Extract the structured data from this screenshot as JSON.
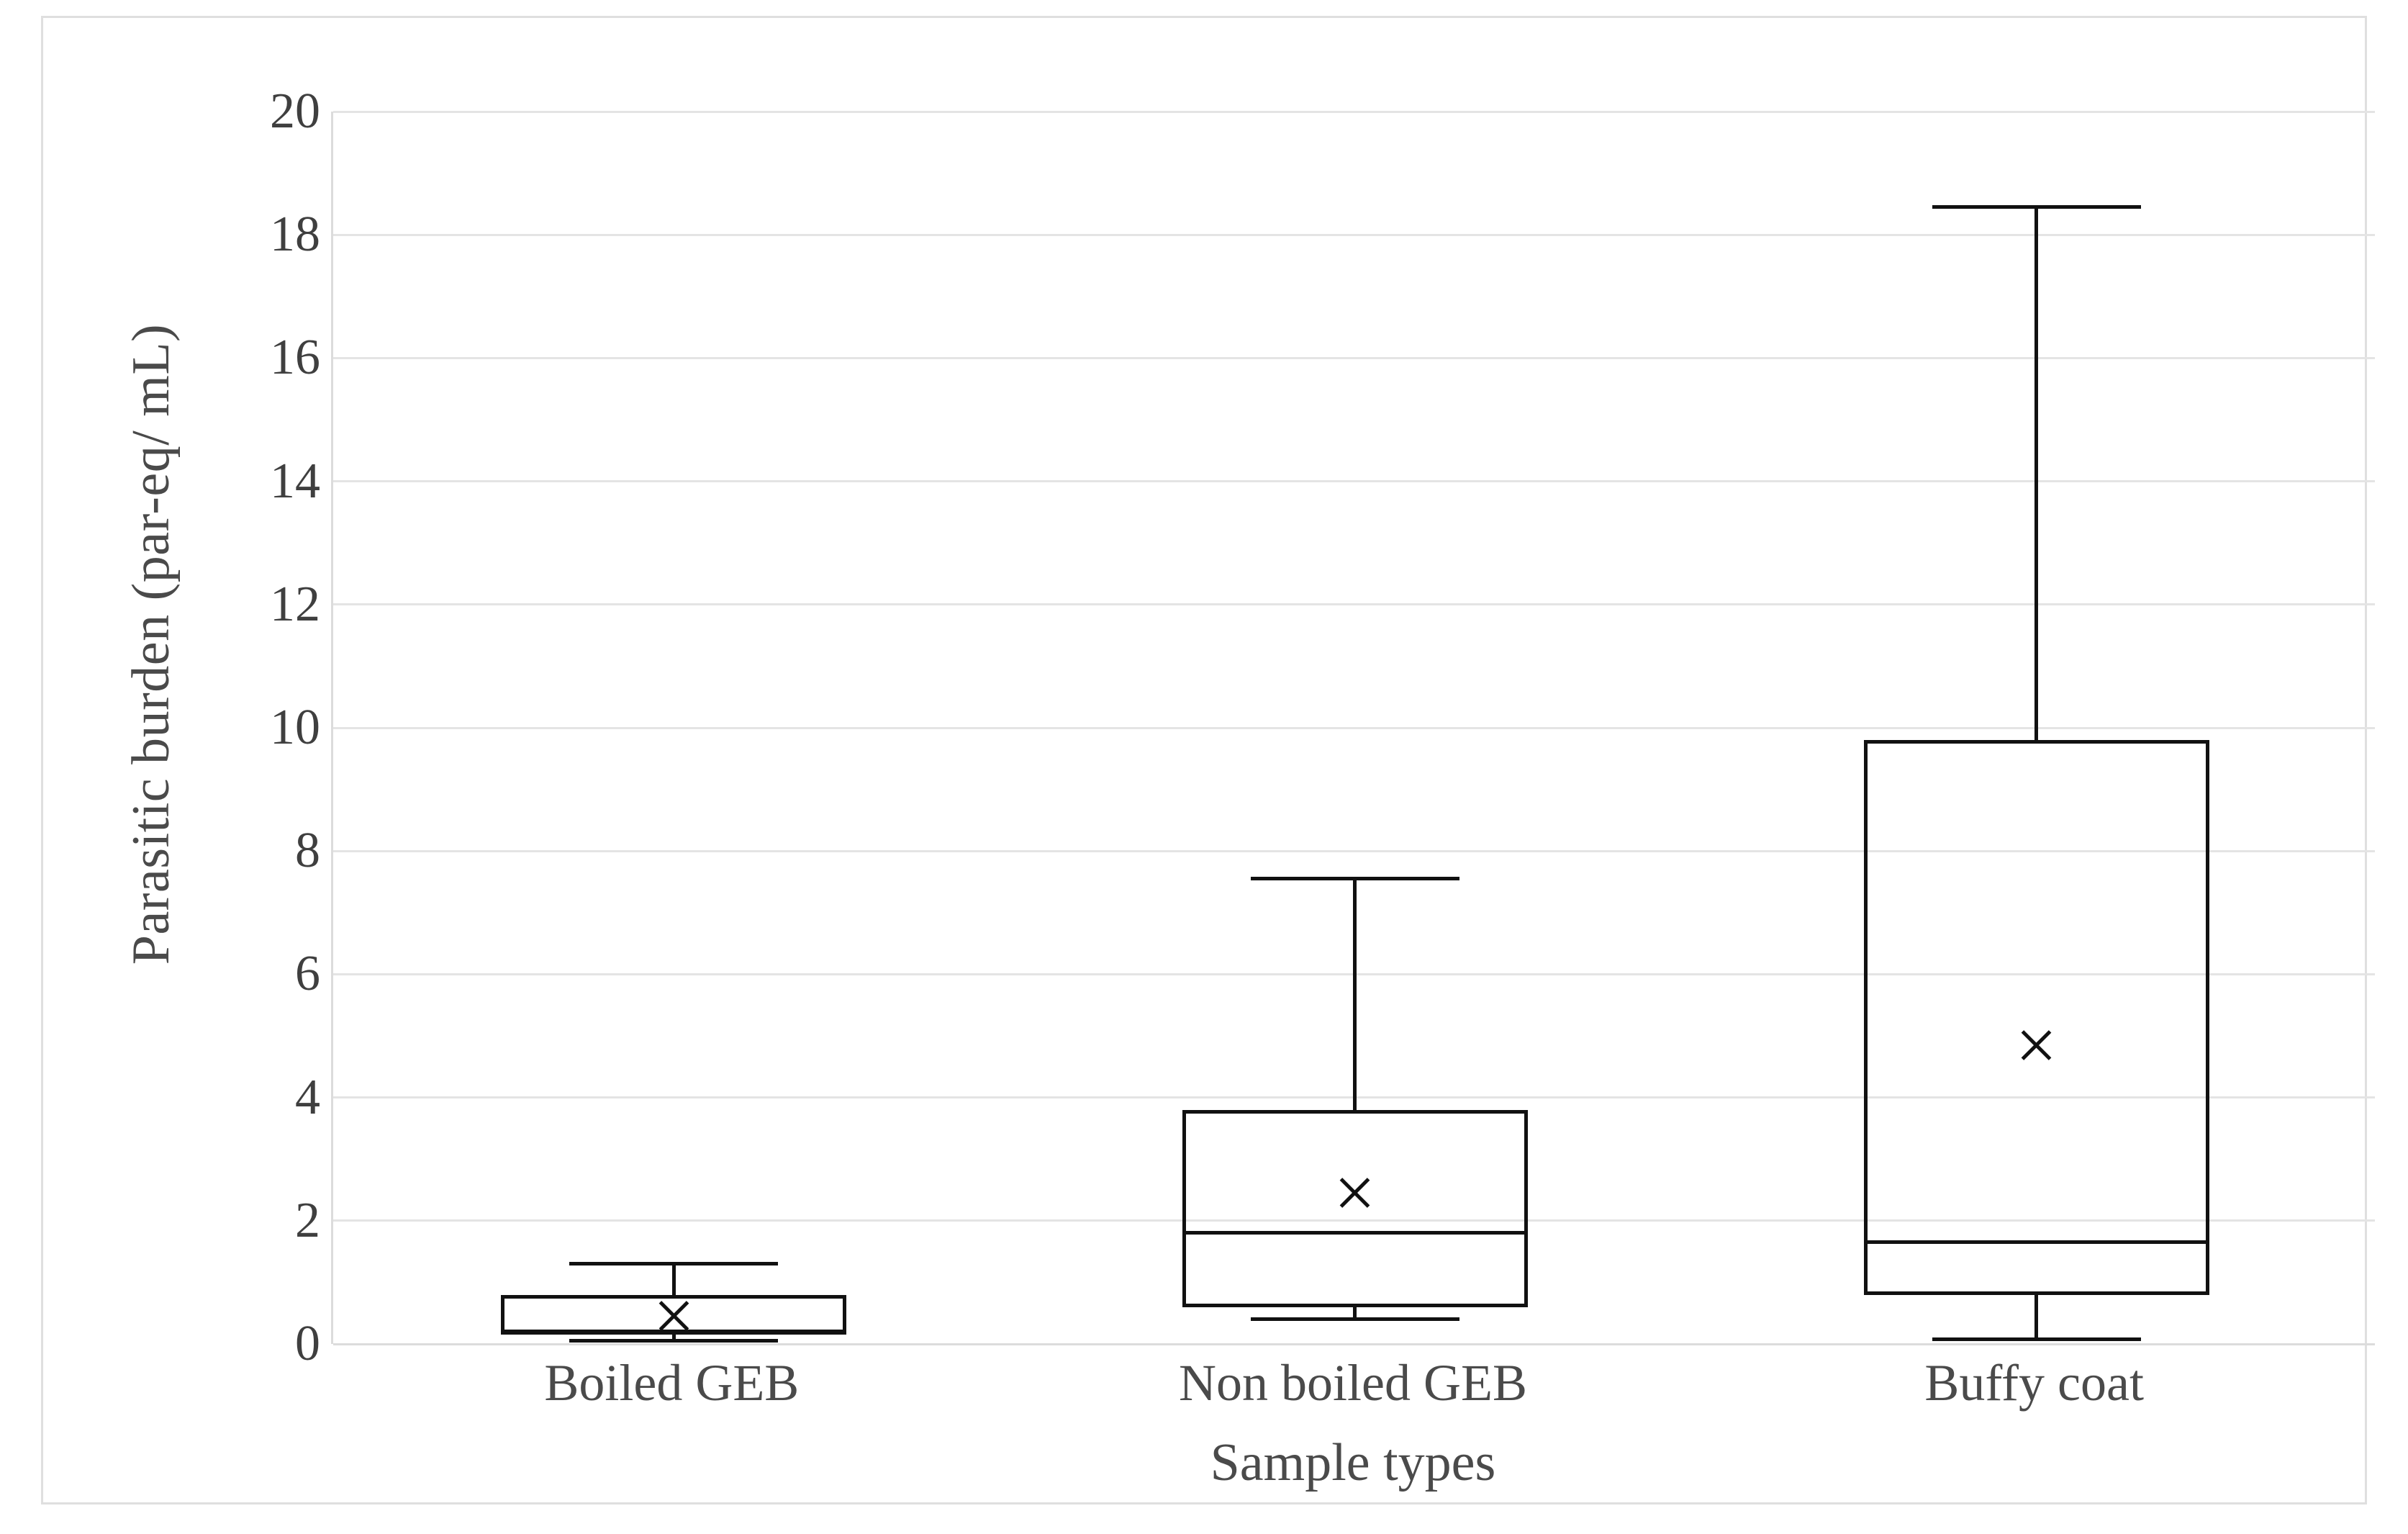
{
  "chart_data": {
    "type": "box",
    "title": "",
    "xlabel": "Sample types",
    "ylabel": "Parasitic burden (par-eq/ mL)",
    "ylim": [
      0,
      20
    ],
    "ytick_labels": [
      "0",
      "2",
      "4",
      "6",
      "8",
      "10",
      "12",
      "14",
      "16",
      "18",
      "20"
    ],
    "ytick_values": [
      0,
      2,
      4,
      6,
      8,
      10,
      12,
      14,
      16,
      18,
      20
    ],
    "grid": "horizontal",
    "legend": "none",
    "categories": [
      "Boiled GEB",
      "Non boiled GEB",
      "Buffy coat"
    ],
    "boxes": [
      {
        "name": "Boiled GEB",
        "min": 0.05,
        "q1": 0.15,
        "median": 0.2,
        "q3": 0.8,
        "max": 1.3,
        "mean": 0.45
      },
      {
        "name": "Non boiled GEB",
        "min": 0.4,
        "q1": 0.6,
        "median": 1.8,
        "q3": 3.8,
        "max": 7.55,
        "mean": 2.45
      },
      {
        "name": "Buffy coat",
        "min": 0.08,
        "q1": 0.8,
        "median": 1.65,
        "q3": 9.8,
        "max": 18.45,
        "mean": 4.85
      }
    ],
    "colors": {
      "box_stroke": "#111111",
      "gridline": "#e4e4e4",
      "axis": "#dcdcdc",
      "frame": "#dfdfdf",
      "text": "#4a4a4a",
      "background": "#ffffff"
    }
  }
}
